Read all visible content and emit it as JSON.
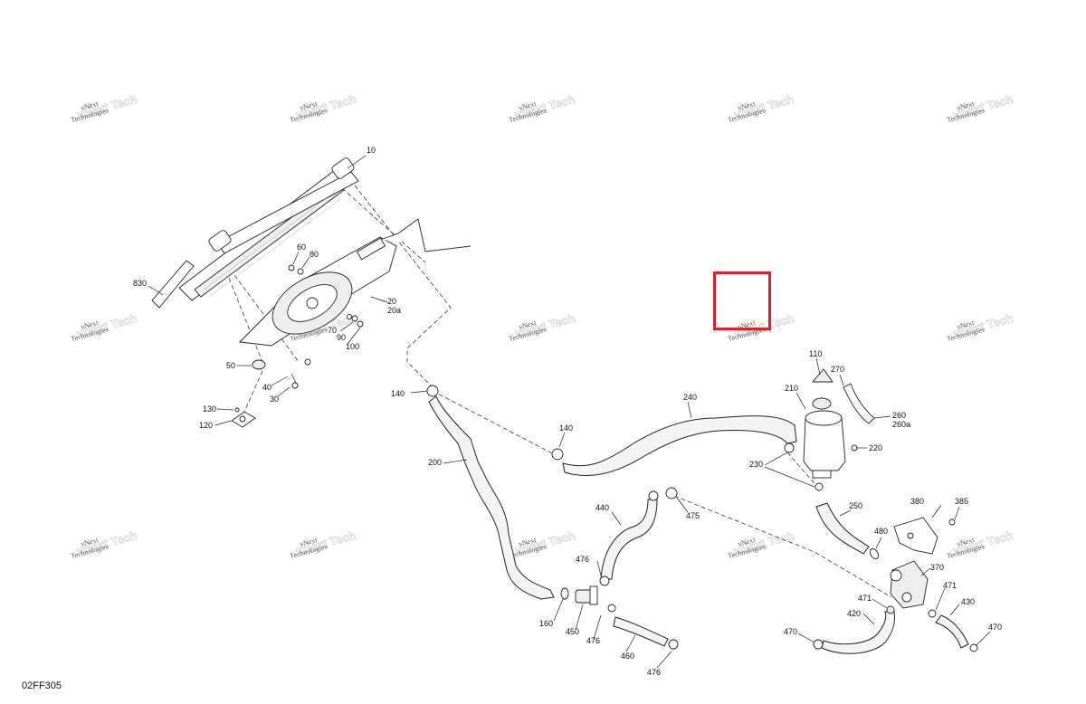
{
  "diagram_code": "02FF305",
  "watermark": {
    "line1": "vNext",
    "line2": "Technologies"
  },
  "highlight_color": "#d9232a",
  "callouts": {
    "c10": "10",
    "c20": "20",
    "c20a": "20a",
    "c30": "30",
    "c40": "40",
    "c50": "50",
    "c60": "60",
    "c70": "70",
    "c80": "80",
    "c90": "90",
    "c100": "100",
    "c110": "110",
    "c120": "120",
    "c130": "130",
    "c140a": "140",
    "c140b": "140",
    "c160": "160",
    "c200": "200",
    "c210": "210",
    "c220": "220",
    "c230": "230",
    "c240": "240",
    "c250": "250",
    "c260": "260",
    "c260a": "260a",
    "c270": "270",
    "c370": "370",
    "c380": "380",
    "c385": "385",
    "c420": "420",
    "c430": "430",
    "c440": "440",
    "c450": "450",
    "c460": "460",
    "c470a": "470",
    "c470b": "470",
    "c471a": "471",
    "c471b": "471",
    "c475": "475",
    "c476a": "476",
    "c476b": "476",
    "c476c": "476",
    "c480": "480",
    "c830": "830"
  }
}
